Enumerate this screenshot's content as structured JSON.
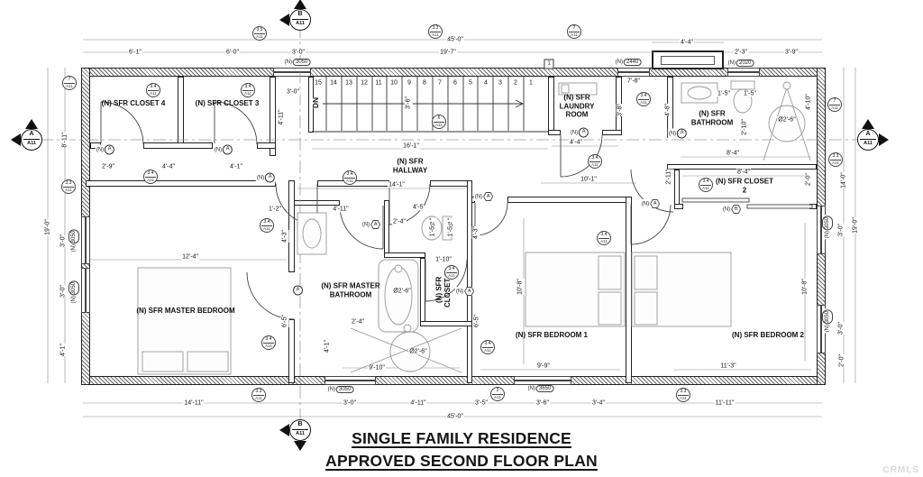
{
  "title": {
    "line1": "SINGLE FAMILY RESIDENCE",
    "line2": "APPROVED SECOND FLOOR PLAN"
  },
  "watermark": "CRMLS",
  "rooms": {
    "closet4": "(N) SFR CLOSET 4",
    "closet3": "(N) SFR CLOSET 3",
    "laundry": "(N) SFR LAUNDRY ROOM",
    "bathroom": "(N) SFR BATHROOM",
    "closet2": "(N) SFR CLOSET 2",
    "hallway": "(N) SFR HALLWAY",
    "master_bedroom": "(N) SFR MASTER BEDROOM",
    "master_bathroom": "(N) SFR MASTER BATHROOM",
    "closet1": "(N) SFR CLOSET 1",
    "bedroom1": "(N) SFR BEDROOM 1",
    "bedroom2": "(N) SFR BEDROOM 2"
  },
  "stairs": {
    "numbers": [
      "15",
      "14",
      "13",
      "12",
      "11",
      "10",
      "9",
      "8",
      "7",
      "6",
      "5",
      "4",
      "3",
      "2",
      "1"
    ],
    "dn": "DN",
    "width": "3'-6\""
  },
  "dims": {
    "top_overall": "45'-0\"",
    "t1": "6'-1\"",
    "t2": "6'-0\"",
    "t3": "3'-0\"",
    "t4": "19'-7\"",
    "t5": "4'-4\"",
    "t6": "2'-3\"",
    "t7": "3'-9\"",
    "bottom_overall": "45'-0\"",
    "b1": "14'-11\"",
    "b2": "3'-0\"",
    "b3": "4'-11\"",
    "b4": "3'-5\"",
    "b5": "3'-6\"",
    "b6": "3'-4\"",
    "b7": "11'-11\"",
    "left_overall": "19'-0\"",
    "l1": "8'-11\"",
    "l2": "3'-0\"",
    "l3": "3'-0\"",
    "l4": "4'-1\"",
    "right_overall": "19'-0\"",
    "r1": "14'-0\"",
    "r2": "3'-0\"",
    "r3": "3'-0\"",
    "r4": "2'-0\"",
    "i1": "3'-0\"",
    "i2": "4'-11\"",
    "i3": "2'-9\"",
    "i4": "4'-4\"",
    "i5": "4'-1\"",
    "i6": "16'-1\"",
    "i7": "14'-1\"",
    "i8": "12'-4\"",
    "i9": "1'-2\"",
    "i10": "4'-3\"",
    "i11": "6'-5\"",
    "i12": "4'-1\"",
    "i13": "4'-11\"",
    "i14": "4'-5\"",
    "i15": "2'-4\"",
    "i16": "1'-5½\"",
    "i17": "1'-5½\"",
    "i18": "4'-3\"",
    "i19": "1'-10\"",
    "i20": "Ø2'-6\"",
    "i21": "2'-4\"",
    "i22": "6'-5\"",
    "i23": "Ø2'-6\"",
    "i24": "9'-10\"",
    "i25": "10'-8\"",
    "i26": "9'-9\"",
    "i27": "10'-8\"",
    "i28": "11'-3\"",
    "i29": "8'-4\"",
    "i30": "2'-0\"",
    "i31": "8'-4\"",
    "i32": "2'-10\"",
    "i33": "Ø2'-6\"",
    "i34": "4'-10\"",
    "i35": "1'-5\"",
    "i36": "1'-5\"",
    "i37": "7'-8\"",
    "i38": "3'-8\"",
    "i39": "4'-8\"",
    "i40": "4'-4\"",
    "i41": "10'-1\"",
    "i42": "2'-11\"",
    "i43": "3'-6\""
  },
  "win": {
    "n": "(N)",
    "s3050": "3050",
    "s2440": "2440",
    "s2020": "2020",
    "s3650": "3650"
  },
  "tags": {
    "n": "(N)",
    "a": "A",
    "b": "B",
    "one": "1"
  },
  "bubbles": {
    "b35": "3.5",
    "b34": "3.4",
    "b33": "3.3",
    "b7": "7",
    "b6": "6",
    "b2": "2",
    "sheet": "A11"
  },
  "sec": {
    "a": "A",
    "b": "B",
    "sheet": "A11"
  }
}
